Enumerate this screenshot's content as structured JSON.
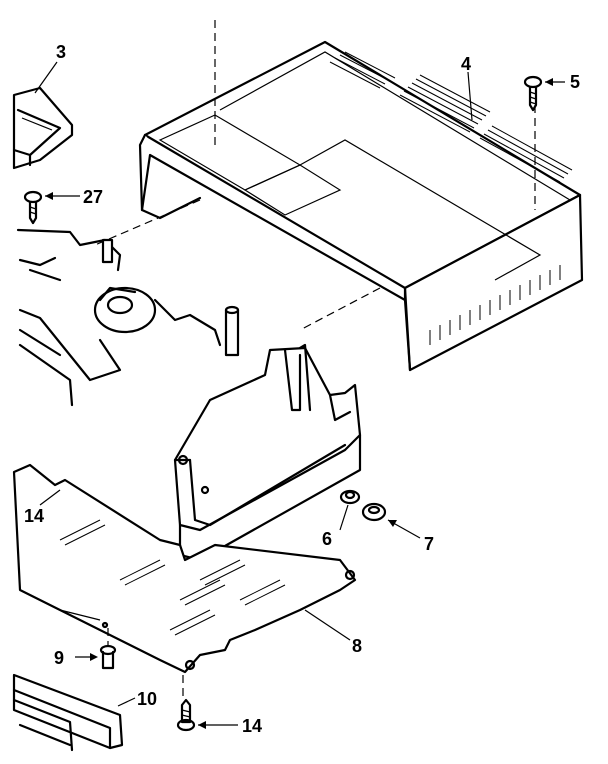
{
  "diagram": {
    "callouts": [
      {
        "id": "3",
        "text": "3"
      },
      {
        "id": "4",
        "text": "4"
      },
      {
        "id": "5",
        "text": "5"
      },
      {
        "id": "27",
        "text": "27"
      },
      {
        "id": "14a",
        "text": "14"
      },
      {
        "id": "6",
        "text": "6"
      },
      {
        "id": "7",
        "text": "7"
      },
      {
        "id": "8",
        "text": "8"
      },
      {
        "id": "9",
        "text": "9"
      },
      {
        "id": "10",
        "text": "10"
      },
      {
        "id": "14b",
        "text": "14"
      }
    ]
  }
}
